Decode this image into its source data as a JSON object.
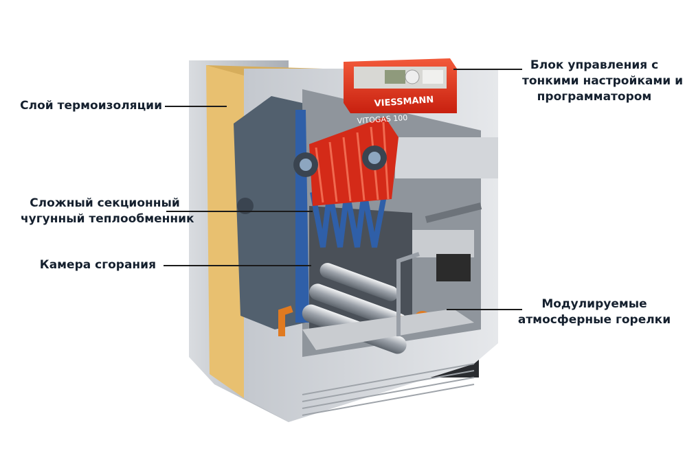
{
  "labels": {
    "insulation": "Слой термоизоляции",
    "control_unit": [
      "Блок управления с",
      "тонкими настройками и",
      "программатором"
    ],
    "heat_exchanger": [
      "Сложный секционный",
      "чугунный теплообменник"
    ],
    "combustion_chamber": "Камера сгорания",
    "burners": [
      "Модулируемые",
      "атмосферные горелки"
    ]
  },
  "logo": {
    "brand": "VIESSMANN",
    "model": "VITOGAS 100"
  },
  "colors": {
    "red": "#e8321e",
    "steel": "#b8bcc2",
    "insulation": "#e8c070",
    "blue": "#2f5fa8",
    "text": "#15202e"
  }
}
